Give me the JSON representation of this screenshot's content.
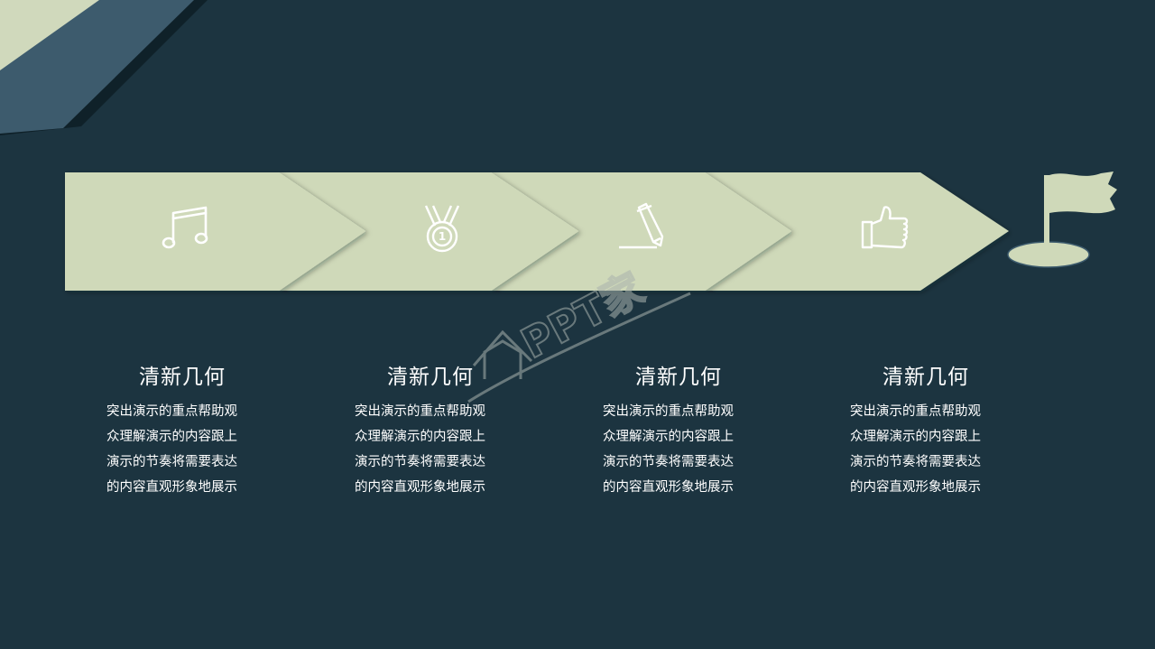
{
  "slide": {
    "background": "#1c3440",
    "accent": "#d0d9bc",
    "accent_dark": "#3d5b6d"
  },
  "steps": [
    {
      "icon": "music-note-icon"
    },
    {
      "icon": "medal-icon",
      "badge": "1"
    },
    {
      "icon": "pencil-icon"
    },
    {
      "icon": "thumbs-up-icon"
    }
  ],
  "columns": [
    {
      "title": "清新几何",
      "lines": [
        "突出演示的重点帮助观",
        "众理解演示的内容跟上",
        "演示的节奏将需要表达",
        "的内容直观形象地展示"
      ]
    },
    {
      "title": "清新几何",
      "lines": [
        "突出演示的重点帮助观",
        "众理解演示的内容跟上",
        "演示的节奏将需要表达",
        "的内容直观形象地展示"
      ]
    },
    {
      "title": "清新几何",
      "lines": [
        "突出演示的重点帮助观",
        "众理解演示的内容跟上",
        "演示的节奏将需要表达",
        "的内容直观形象地展示"
      ]
    },
    {
      "title": "清新几何",
      "lines": [
        "突出演示的重点帮助观",
        "众理解演示的内容跟上",
        "演示的节奏将需要表达",
        "的内容直观形象地展示"
      ]
    }
  ],
  "watermark": {
    "text": "PPT家"
  },
  "goal": {
    "icon": "flag-icon"
  }
}
